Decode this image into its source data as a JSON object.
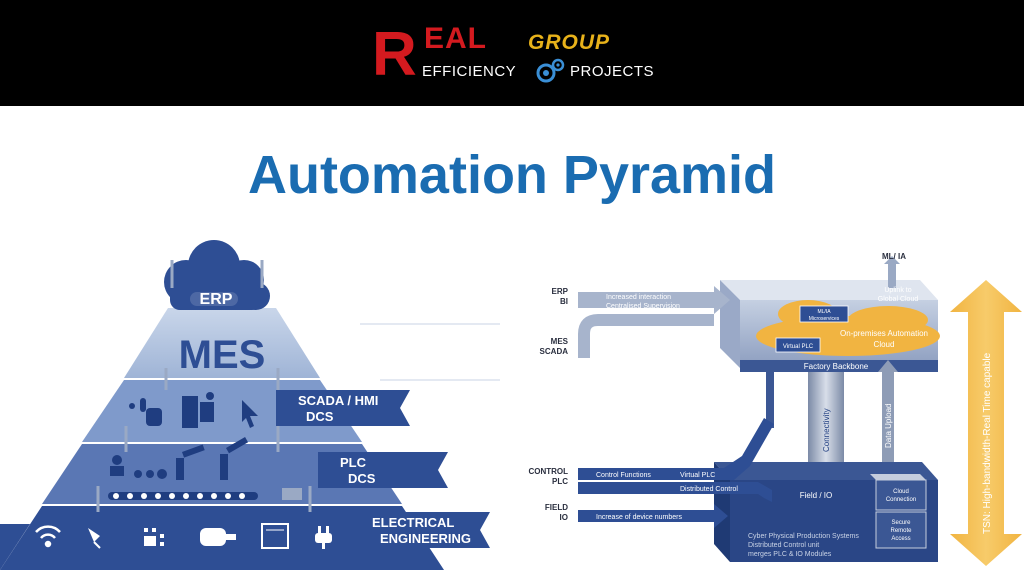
{
  "header": {
    "logo": {
      "letter_r": "R",
      "letters_eal": "EAL",
      "group": "GROUP",
      "efficiency": "EFFICIENCY",
      "projects": "PROJECTS"
    }
  },
  "title": "Automation Pyramid",
  "pyramid": {
    "top_level": "ERP",
    "mes_level": "MES",
    "levels": [
      {
        "line1": "SCADA / HMI",
        "line2": "DCS"
      },
      {
        "line1": "PLC",
        "line2": "DCS"
      },
      {
        "line1": "ELECTRICAL",
        "line2": "ENGINEERING"
      }
    ]
  },
  "architecture": {
    "left_labels": [
      {
        "line1": "ERP",
        "line2": "BI"
      },
      {
        "line1": "MES",
        "line2": "SCADA"
      },
      {
        "line1": "CONTROL",
        "line2": "PLC"
      },
      {
        "line1": "FIELD",
        "line2": "IO"
      }
    ],
    "ml_ia": "ML/ IA",
    "uplink": {
      "line1": "Uplink to",
      "line2": "Global Cloud"
    },
    "increased_interaction": "Increased interaction",
    "centralised_supervision": "Centralised Supervision",
    "ml_microservices": {
      "line1": "ML/IA",
      "line2": "Microservices"
    },
    "on_premises": {
      "line1": "On-premises Automation",
      "line2": "Cloud"
    },
    "virtual_plc_box": "Virtual PLC",
    "factory_backbone": "Factory Backbone",
    "connectivity": "Connectivity",
    "data_upload": "Data Upload",
    "control_functions": "Control Functions",
    "virtual_plc": "Virtual PLC",
    "distributed_control": "Distributed Control",
    "field_io": "Field / IO",
    "increase_devices": "Increase of device numbers",
    "cloud_connection": {
      "line1": "Cloud",
      "line2": "Connection"
    },
    "secure_remote": {
      "line1": "Secure",
      "line2": "Remote",
      "line3": "Access"
    },
    "cyber_physical": {
      "line1": "Cyber Physical Production Systems",
      "line2": "Distributed Control unit",
      "line3": "merges PLC & IO Modules"
    },
    "tsn": "TSN: High-bandwidth-Real Time capable"
  }
}
